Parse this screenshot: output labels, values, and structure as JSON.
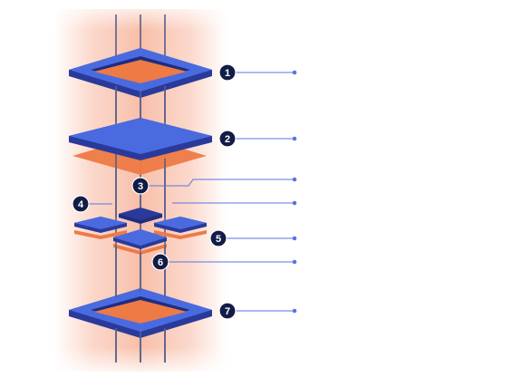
{
  "colors": {
    "blue_top": "#4a6be0",
    "blue_side": "#2a3a9a",
    "orange": "#ee7a45",
    "glow": "#f8b7a0",
    "navy_badge": "#121c46",
    "leader_line": "#5b73e3",
    "rod": "#55608a"
  },
  "callouts": [
    {
      "label": "1"
    },
    {
      "label": "2"
    },
    {
      "label": "3"
    },
    {
      "label": "4"
    },
    {
      "label": "5"
    },
    {
      "label": "6"
    },
    {
      "label": "7"
    }
  ]
}
